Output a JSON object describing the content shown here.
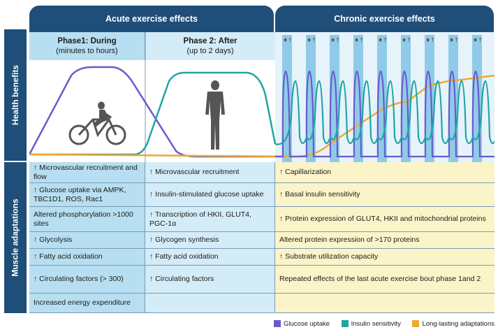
{
  "header": {
    "acute": "Acute exercise effects",
    "chronic": "Chronic exercise effects"
  },
  "side": {
    "health": "Health benefits",
    "muscle": "Muscle adaptations"
  },
  "phases": {
    "phase1_title": "Phase1: During",
    "phase1_sub": "(minutes to hours)",
    "phase2_title": "Phase 2: After",
    "phase2_sub": "(up to 2 days)"
  },
  "rows": [
    {
      "c1": "↑ Microvascular recruitment and flow",
      "c2": "↑ Microvascular recruitment",
      "c3": "↑ Capillarization"
    },
    {
      "c1": "↑ Glucose uptake via AMPK, TBC1D1, ROS, Rac1",
      "c2": "↑ Insulin-stimulated glucose uptake",
      "c3": "↑ Basal insulin sensitivity"
    },
    {
      "c1": "Altered phosphorylation >1000 sites",
      "c2": "↑ Transcription of HKII, GLUT4, PGC-1α",
      "c3": "↑ Protein expression of GLUT4, HKII and mitochondrial proteins"
    },
    {
      "c1": "↑ Glycolysis",
      "c2": "↑ Glycogen synthesis",
      "c3": "Altered protein expression of >170 proteins"
    },
    {
      "c1": "↑ Fatty acid oxidation",
      "c2": "↑ Fatty acid oxidation",
      "c3": "↑ Substrate utilization capacity"
    },
    {
      "c1": "↑ Circulating factors (> 300)",
      "c2": "↑ Circulating factors",
      "c3": "Repeated effects of the last acute exercise bout phase 1and 2"
    },
    {
      "c1": "Increased energy expenditure",
      "c2": "",
      "c3": ""
    }
  ],
  "legend": [
    {
      "label": "Glucose uptake",
      "color": "#6a5acd"
    },
    {
      "label": "Insulin sensitivity",
      "color": "#1fa5a5"
    },
    {
      "label": "Long-lasting adaptations",
      "color": "#f0a830"
    }
  ],
  "colors": {
    "header": "#1f4e79",
    "phase1_bg": "#b7dff1",
    "phase2_bg": "#d4ecf7",
    "chronic_cell_bg": "#fbf4c8",
    "stripe": "#8fcbe8"
  },
  "icons": {
    "cyclist": "cyclist-icon",
    "standing_person": "standing-person-icon",
    "mini_exercise": "mini-exercise-icon"
  }
}
